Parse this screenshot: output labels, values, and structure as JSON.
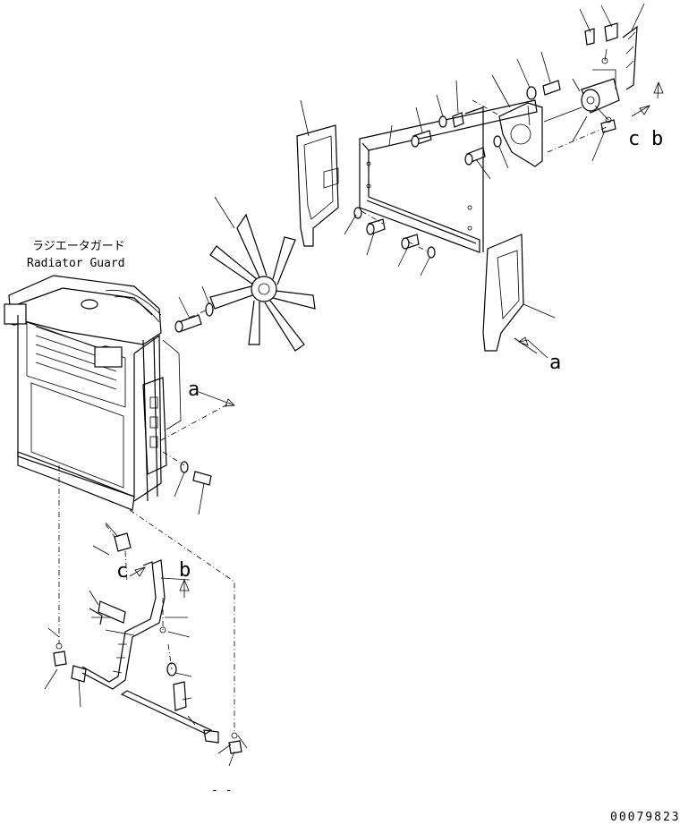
{
  "title": {
    "jp": "ラジエータガード",
    "en": "Radiator Guard"
  },
  "callouts": {
    "a": "a",
    "b": "b",
    "c": "c"
  },
  "drawing_number": "00079823",
  "page_marks": "- -"
}
